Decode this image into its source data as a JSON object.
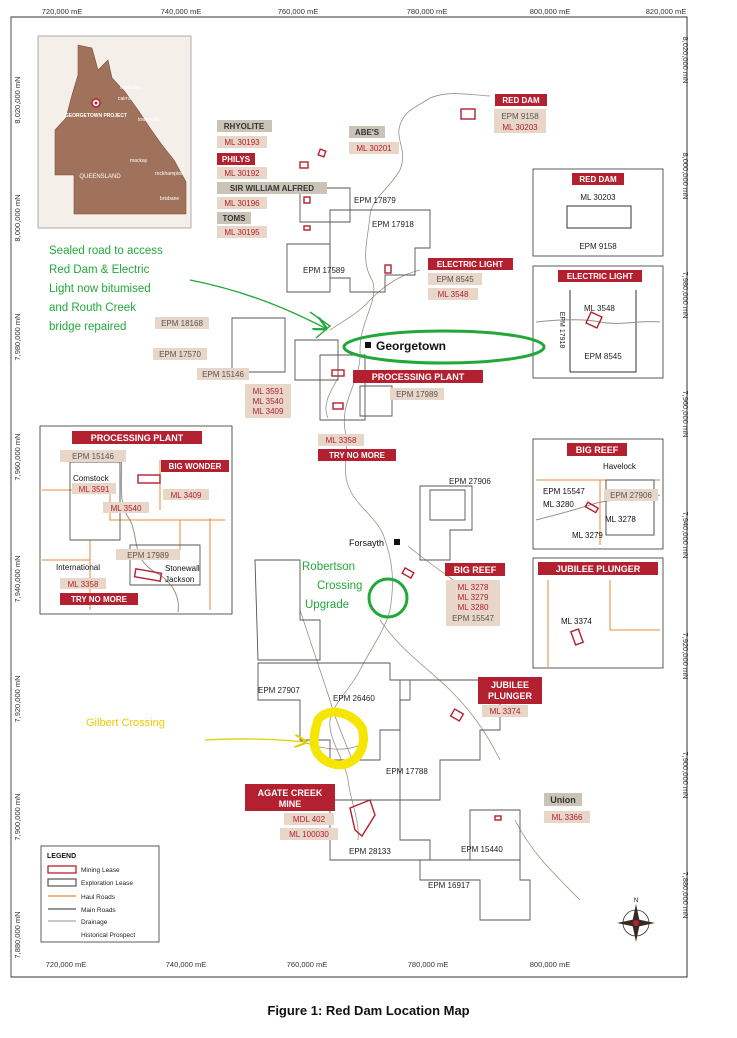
{
  "grid": {
    "top_x": [
      "720,000 mE",
      "740,000 mE",
      "760,000 mE",
      "780,000 mE",
      "800,000 mE",
      "820,000 mE"
    ],
    "bottom_x": [
      "720,000 mE",
      "740,000 mE",
      "760,000 mE",
      "780,000 mE",
      "800,000 mE"
    ],
    "left_y": [
      "8,020,000 mN",
      "8,000,000 mN",
      "7,980,000 mN",
      "7,960,000 mN",
      "7,940,000 mN",
      "7,920,000 mN",
      "7,900,000 mN",
      "7,880,000 mN"
    ],
    "right_y": [
      "8,020,000 mN",
      "8,000,000 mN",
      "7,980,000 mN",
      "7,960,000 mN",
      "7,940,000 mN",
      "7,920,000 mN",
      "7,900,000 mN",
      "7,880,000 mN"
    ]
  },
  "inset_qld": {
    "project": "GEORGETOWN PROJECT",
    "state": "QUEENSLAND",
    "towns": [
      "cooktown",
      "cairns",
      "townsville",
      "mackay",
      "rockhampton",
      "brisbane"
    ]
  },
  "prospects_mining": [
    "RED DAM",
    "PHILYS",
    "ELECTRIC LIGHT",
    "PROCESSING PLANT",
    "BIG REEF",
    "JUBILEE PLUNGER",
    "AGATE CREEK MINE",
    "TRY NO MORE",
    "BIG WONDER"
  ],
  "prospects_historical": [
    "RHYOLITE",
    "ABE'S",
    "SIR WILLIAM ALFRED",
    "TOMS",
    "Union"
  ],
  "tenements": {
    "red_dam": [
      "EPM 9158",
      "ML 30203"
    ],
    "rhyolite": "ML 30193",
    "abes": "ML 30201",
    "philys": "ML 30192",
    "sir_william": "ML 30196",
    "toms": "ML 30195",
    "epm_17879": "EPM 17879",
    "epm_17918": "EPM 17918",
    "epm_17589": "EPM 17589",
    "electric_light": [
      "EPM 8545",
      "ML 3548"
    ],
    "epm_18168": "EPM 18168",
    "epm_17570": "EPM 17570",
    "epm_15146": "EPM 15146",
    "processing_plant": [
      "ML 3591",
      "ML 3540",
      "ML 3409"
    ],
    "epm_17989": "EPM 17989",
    "try_no_more": "ML 3358",
    "epm_27906": "EPM 27906",
    "big_reef": [
      "ML 3278",
      "ML 3279",
      "ML 3280",
      "EPM 15547"
    ],
    "epm_27907": "EPM 27907",
    "epm_26460": "EPM 26460",
    "jubilee": "ML 3374",
    "epm_17788": "EPM 17788",
    "agate": [
      "MDL 402",
      "ML 100030"
    ],
    "epm_28133": "EPM 28133",
    "epm_15440": "EPM 15440",
    "union": "ML 3366",
    "epm_16917": "EPM 16917"
  },
  "towns": {
    "georgetown": "Georgetown",
    "forsayth": "Forsayth"
  },
  "annotations": {
    "sealed_road": [
      "Sealed road to access",
      "Red Dam & Electric",
      "Light now bitumised",
      "and Routh Creek",
      "bridge repaired"
    ],
    "robertson": [
      "Robertson",
      "Crossing",
      "Upgrade"
    ],
    "gilbert": "Gilbert Crossing"
  },
  "insets": {
    "red_dam": {
      "title": "RED DAM",
      "ml": "ML 30203",
      "epm": "EPM 9158"
    },
    "electric_light": {
      "title": "ELECTRIC LIGHT",
      "ml": "ML 3548",
      "epm_v": "EPM 17918",
      "epm": "EPM 8545"
    },
    "processing": {
      "title": "PROCESSING PLANT",
      "labels": [
        "EPM 15146",
        "Comstock",
        "ML 3591",
        "BIG WONDER",
        "ML 3409",
        "ML 3540",
        "EPM 17989",
        "International",
        "Stonewall",
        "Jackson",
        "ML 3358",
        "TRY NO MORE"
      ]
    },
    "big_reef": {
      "title": "BIG REEF",
      "labels": [
        "Havelock",
        "EPM 15547",
        "EPM 27906",
        "ML 3280",
        "ML 3278",
        "ML 3279"
      ]
    },
    "jubilee": {
      "title": "JUBILEE PLUNGER",
      "ml": "ML 3374"
    }
  },
  "legend": {
    "title": "LEGEND",
    "items": [
      "Mining Lease",
      "Exploration Lease",
      "Haul Roads",
      "Main Roads",
      "Drainage",
      "Historical Prospect"
    ]
  },
  "colors": {
    "mining": "#b3202f",
    "historical": "#a8a394",
    "tenement_bg": "#e8d6c9",
    "orange": "#e78a3c",
    "annotation_green": "#22a83a",
    "annotation_yellow": "#f5e600",
    "qld_fill": "#a0715b"
  },
  "caption": "Figure 1: Red Dam Location Map"
}
